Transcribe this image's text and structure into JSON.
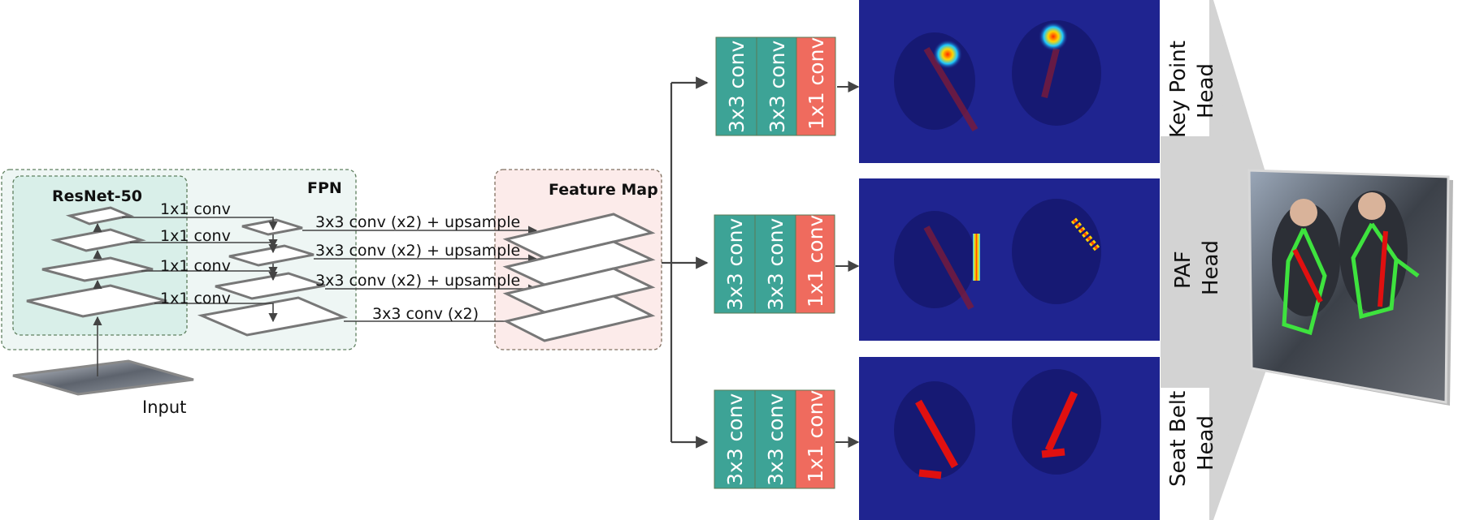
{
  "backbone": {
    "title": "ResNet-50"
  },
  "fpn": {
    "title": "FPN"
  },
  "feature_map": {
    "title": "Feature Map"
  },
  "input": {
    "label": "Input"
  },
  "lateral_convs": [
    "1x1 conv",
    "1x1 conv",
    "1x1 conv",
    "1x1 conv"
  ],
  "fpn_outputs": [
    "3x3 conv (x2) + upsample",
    "3x3 conv (x2) + upsample",
    "3x3 conv (x2) + upsample",
    "3x3 conv (x2)"
  ],
  "heads": [
    {
      "blocks": [
        "3x3 conv",
        "3x3 conv",
        "1x1 conv"
      ],
      "name_lines": [
        "Key Point",
        "Head"
      ]
    },
    {
      "blocks": [
        "3x3 conv",
        "3x3 conv",
        "1x1 conv"
      ],
      "name_lines": [
        "PAF",
        "Head"
      ]
    },
    {
      "blocks": [
        "3x3 conv",
        "3x3 conv",
        "1x1 conv"
      ],
      "name_lines": [
        "Seat Belt",
        "Head"
      ]
    }
  ],
  "colors": {
    "resnet_fill": "#d9efe9",
    "fpn_fill": "#eef6f4",
    "feature_fill": "#fcebea",
    "conv3": "#3da396",
    "conv1": "#ef6b5e",
    "heatmap_bg": "#1a1f8a",
    "funnel": "#d3d3d3"
  }
}
